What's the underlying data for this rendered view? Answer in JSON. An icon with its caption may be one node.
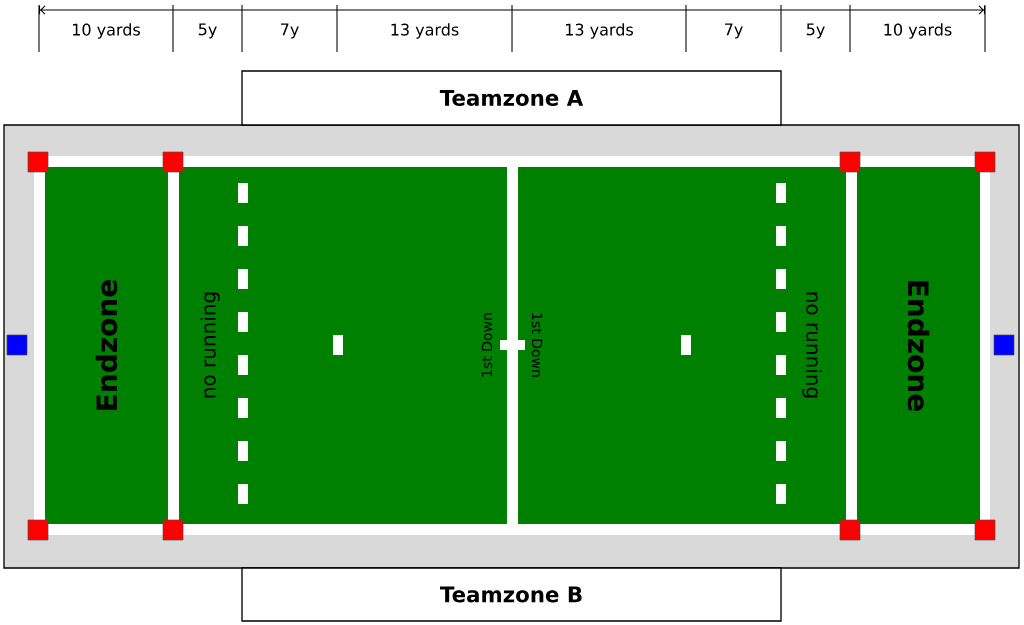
{
  "diagram": {
    "nodes": [
      {
        "text": [
          "Teamzone A"
        ]
      },
      {
        "text": [
          "Endzone"
        ]
      },
      {
        "text": [
          "Endzone"
        ]
      },
      {
        "text": [
          "Teamzone B"
        ]
      }
    ],
    "labels": [
      "10 yards",
      "5y",
      "7y",
      "13 yards",
      "13 yards",
      "7y",
      "5y",
      "10 yards",
      "no running",
      "1st Down",
      "1st Down",
      "no running"
    ]
  }
}
